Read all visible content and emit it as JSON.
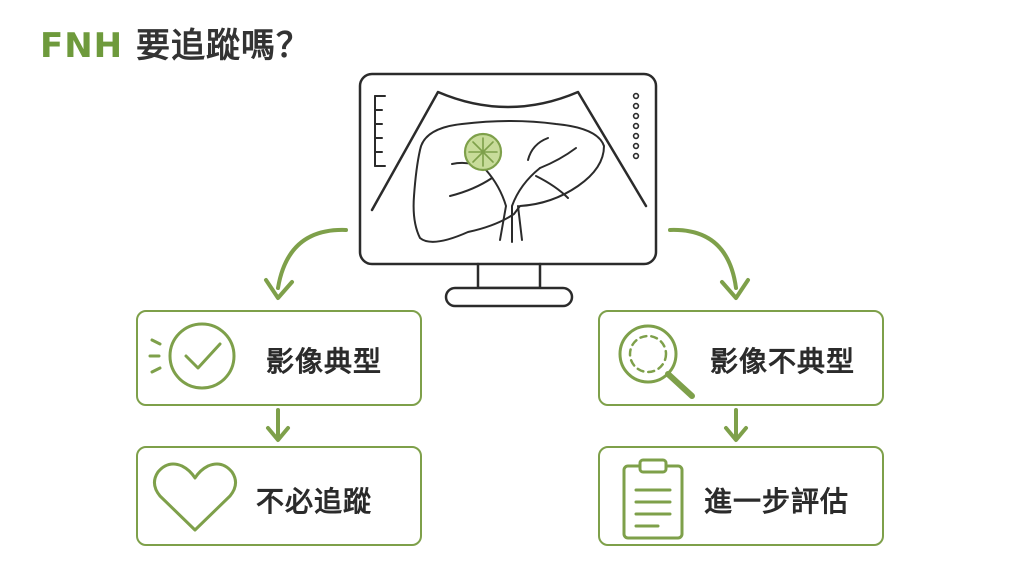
{
  "title": {
    "accent": "FNH",
    "rest": "要追蹤嗎？"
  },
  "colors": {
    "accent": "#7ea04a",
    "accent_dark": "#6e9a3c",
    "lesion_fill": "#c8dc9a",
    "stroke": "#2b2b2b"
  },
  "nodes": {
    "typical": {
      "label": "影像典型",
      "icon": "check-circle-icon"
    },
    "no_followup": {
      "label": "不必追蹤",
      "icon": "heart-icon"
    },
    "atypical": {
      "label": "影像不典型",
      "icon": "magnifier-icon"
    },
    "further_eval": {
      "label": "進一步評估",
      "icon": "clipboard-icon"
    }
  },
  "monitor": {
    "icon": "ultrasound-monitor-icon",
    "content_icon": "liver-icon"
  }
}
